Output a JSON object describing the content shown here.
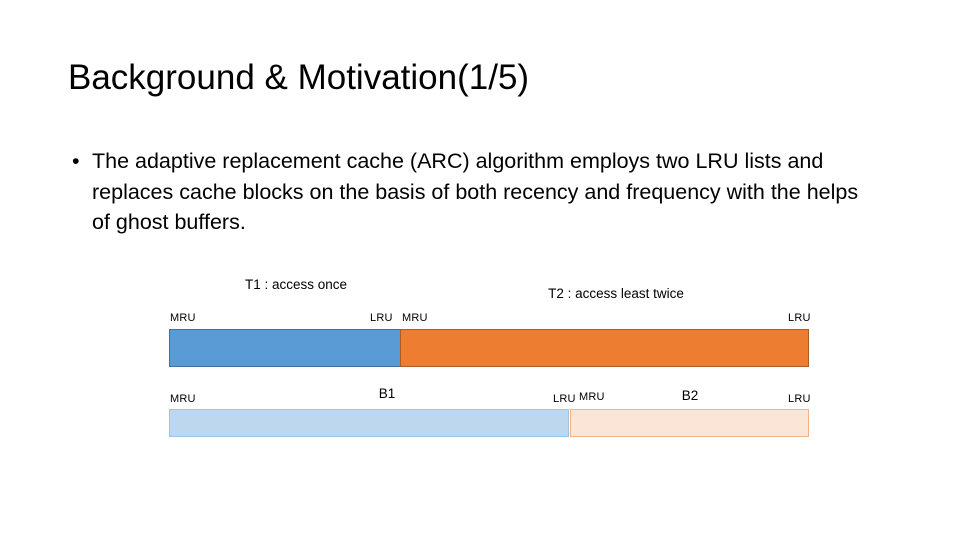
{
  "slide": {
    "title": "Background & Motivation(1/5)",
    "bullet_mark": "•",
    "bullet_text": "The adaptive replacement cache (ARC) algorithm employs two LRU lists and replaces cache blocks on the basis of both recency and frequency with the helps of ghost buffers."
  },
  "diagram": {
    "top_row": {
      "t1": {
        "caption": "T1 : access once",
        "left_label": "MRU",
        "right_label": "LRU",
        "color": "#5B9BD5",
        "border_color": "#41719C"
      },
      "t2": {
        "caption": "T2 : access least twice",
        "left_label": "MRU",
        "right_label": "LRU",
        "color": "#ED7D31",
        "border_color": "#AE5A21"
      }
    },
    "bottom_row": {
      "b1": {
        "caption": "B1",
        "left_label": "MRU",
        "right_label": "LRU",
        "color": "#BDD7EE",
        "border_color": "#9DC3E6"
      },
      "b2": {
        "caption": "B2",
        "left_label": "MRU",
        "right_label": "LRU",
        "color": "#FBE5D6",
        "border_color": "#F4B183"
      }
    }
  }
}
